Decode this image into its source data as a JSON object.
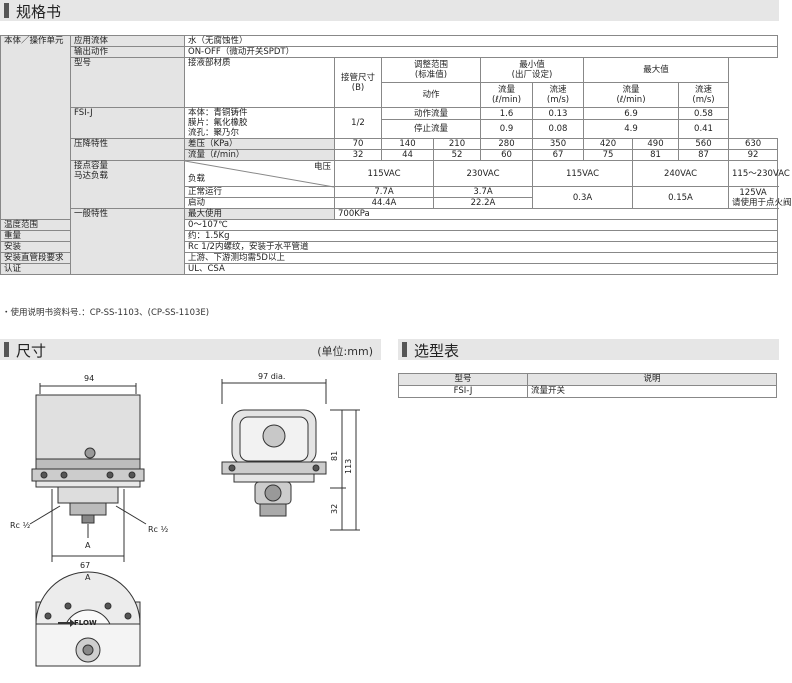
{
  "section_spec": {
    "title": "规格书"
  },
  "spec": {
    "unit_label": "本体／操作单元",
    "fluid_label": "应用流体",
    "fluid_value": "水（无腐蚀性）",
    "output_label": "输出动作",
    "output_value": "ON-OFF（微动开关SPDT）",
    "model_label": "型号",
    "material_label": "接液部材质",
    "pipe_size_label": "接管尺寸",
    "pipe_size_unit": "(B)",
    "adjust_label": "调整范围",
    "adjust_sub": "(标准值)",
    "min_label": "最小值",
    "min_sub": "(出厂设定)",
    "max_label": "最大值",
    "action_label": "动作",
    "flow_label": "流量",
    "flow_unit": "(ℓ/min)",
    "speed_label": "流速",
    "speed_unit": "(m/s)",
    "model": "FSI-J",
    "materials": [
      "本体：青铜铸件",
      "膜片：氟化橡胶",
      "流孔：聚乃尔"
    ],
    "pipe_size": "1/2",
    "action_on_label": "动作流量",
    "action_off_label": "停止流量",
    "on_values": [
      "1.6",
      "0.13",
      "6.9",
      "0.58"
    ],
    "off_values": [
      "0.9",
      "0.08",
      "4.9",
      "0.41"
    ],
    "pressure_label": "压降特性",
    "pressure_row_label": "差压（KPa）",
    "pressure_values": [
      "70",
      "140",
      "210",
      "280",
      "350",
      "420",
      "490",
      "560",
      "630"
    ],
    "flow_row_label": "流量（ℓ/min）",
    "flow_values": [
      "32",
      "44",
      "52",
      "60",
      "67",
      "75",
      "81",
      "87",
      "92"
    ],
    "contact_label": "接点容量",
    "motor_label": "马达负载",
    "voltage_label": "电压",
    "load_label": "负载",
    "voltages": [
      "115VAC",
      "230VAC",
      "115VAC",
      "240VAC",
      "115～230VAC"
    ],
    "normal_label": "正常运行",
    "start_label": "启动",
    "normal_values": [
      "7.7A",
      "3.7A"
    ],
    "start_values": [
      "44.4A",
      "22.2A"
    ],
    "shared_values": [
      "0.3A",
      "0.15A"
    ],
    "pilot_values": [
      "125VA",
      "请使用于点火阀"
    ],
    "general_label": "一般特性",
    "general": [
      {
        "label": "最大使用",
        "value": "700KPa"
      },
      {
        "label": "温度范围",
        "value": "0～107℃"
      },
      {
        "label": "重量",
        "value": "约：1.5Kg"
      },
      {
        "label": "安装",
        "value": "Rc 1/2内螺纹，安装于水平管道"
      },
      {
        "label": "安装直管段要求",
        "value": "上游、下游测均需5D以上"
      },
      {
        "label": "认证",
        "value": "UL、CSA"
      }
    ]
  },
  "note": "・使用说明书资料号.：CP-SS-1103、(CP-SS-1103E)",
  "section_dim": {
    "title": "尺寸",
    "unit": "(单位:mm)"
  },
  "section_sel": {
    "title": "选型表"
  },
  "selection": {
    "headers": [
      "型号",
      "说明"
    ],
    "rows": [
      {
        "model": "FSI-J",
        "desc": "流量开关"
      }
    ]
  },
  "drawing": {
    "dim_width": "94",
    "dim_diameter": "97 dia.",
    "dim_height": "113",
    "dim_upper": "81",
    "dim_lower": "32",
    "dim_base": "67",
    "port_label": "Rc ½",
    "view_label": "A",
    "flow_label": "FLOW"
  }
}
